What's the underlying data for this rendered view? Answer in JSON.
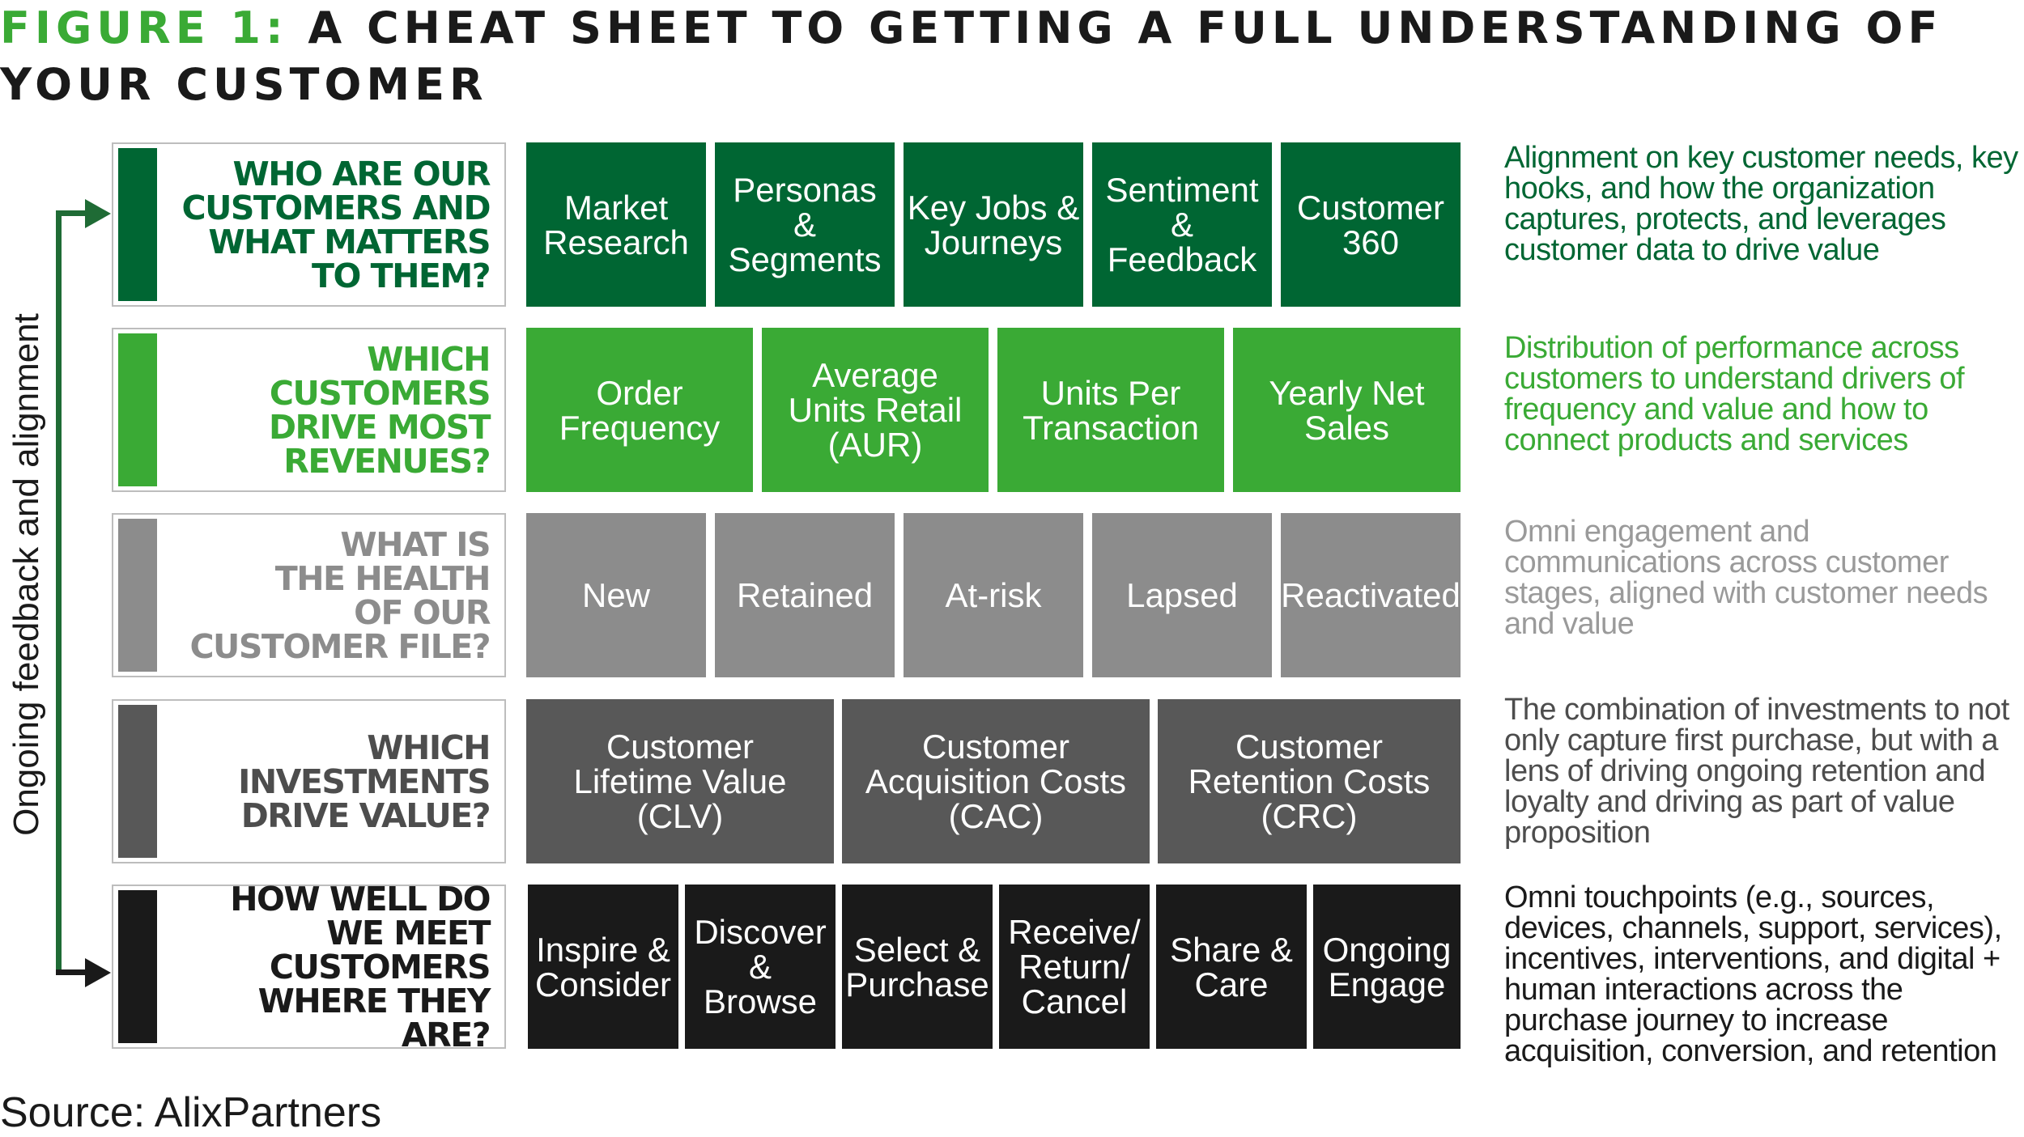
{
  "figure": {
    "label": "FIGURE 1:",
    "title": "A CHEAT SHEET TO GETTING A FULL UNDERSTANDING OF YOUR CUSTOMER"
  },
  "side_label": "Ongoing feedback and alignment",
  "rows": [
    {
      "question": "WHO ARE OUR\nCUSTOMERS AND\nWHAT MATTERS\nTO THEM?",
      "color": "#006633",
      "box_color": "#006633",
      "text_color": "#006633",
      "items": [
        "Market\nResearch",
        "Personas &\nSegments",
        "Key Jobs &\nJourneys",
        "Sentiment &\nFeedback",
        "Customer\n360"
      ],
      "description": "Alignment on key customer needs, key hooks, and how the organization captures, protects, and leverages customer data to drive value"
    },
    {
      "question": "WHICH\nCUSTOMERS\nDRIVE MOST\nREVENUES?",
      "color": "#3aaa35",
      "box_color": "#3aaa35",
      "text_color": "#3aaa35",
      "items": [
        "Order\nFrequency",
        "Average\nUnits Retail\n(AUR)",
        "Units Per\nTransaction",
        "Yearly Net\nSales"
      ],
      "description": "Distribution of performance across customers to understand drivers of frequency and value and how to connect products and services"
    },
    {
      "question": "WHAT IS\nTHE HEALTH\nOF OUR\nCUSTOMER FILE?",
      "color": "#8c8c8c",
      "box_color": "#8c8c8c",
      "text_color": "#8c8c8c",
      "items": [
        "New",
        "Retained",
        "At-risk",
        "Lapsed",
        "Reactivated"
      ],
      "description": "Omni engagement and communications across customer stages, aligned with customer needs and value"
    },
    {
      "question": "WHICH\nINVESTMENTS\nDRIVE VALUE?",
      "color": "#585858",
      "box_color": "#585858",
      "text_color": "#4d4d4d",
      "items": [
        "Customer\nLifetime Value\n(CLV)",
        "Customer\nAcquisition Costs\n(CAC)",
        "Customer\nRetention Costs\n(CRC)"
      ],
      "description": "The combination of investments to not only capture first purchase, but with a lens of driving ongoing retention and loyalty and driving as part of value proposition"
    },
    {
      "question": "HOW WELL DO\nWE MEET\nCUSTOMERS\nWHERE THEY ARE?",
      "color": "#1a1a1a",
      "box_color": "#1a1a1a",
      "text_color": "#1a1a1a",
      "items": [
        "Inspire &\nConsider",
        "Discover\n& Browse",
        "Select &\nPurchase",
        "Receive/\nReturn/\nCancel",
        "Share &\nCare",
        "Ongoing\nEngage"
      ],
      "description": "Omni touchpoints (e.g., sources, devices, channels, support, services), incentives, interventions, and digital + human interactions across the purchase journey to increase acquisition, conversion, and retention"
    }
  ],
  "source": "Source: AlixPartners"
}
